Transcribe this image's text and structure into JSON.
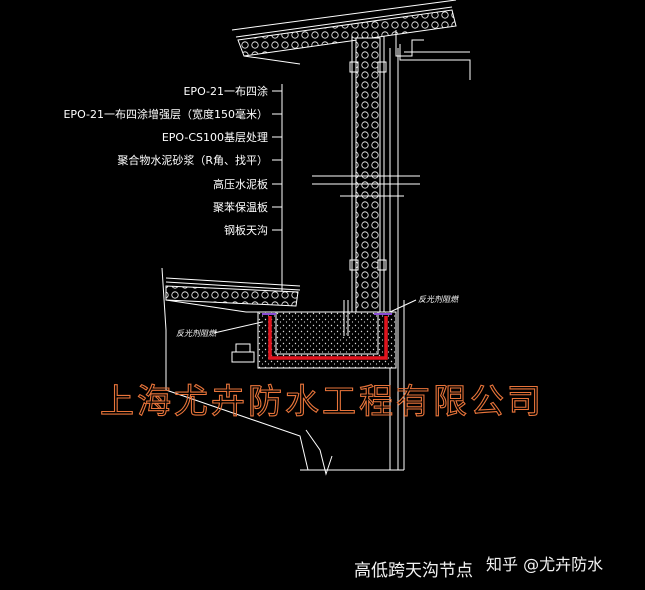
{
  "callouts": [
    "EPO-21一布四涂",
    "EPO-21一布四涂增强层（宽度150毫米）",
    "EPO-CS100基层处理",
    "聚合物水泥砂浆（R角、找平）",
    "高压水泥板",
    "聚苯保温板",
    "钢板天沟"
  ],
  "annotation_left": "反光剂阻燃",
  "annotation_right": "反光剂阻燃",
  "company": "上海尤卉防水工程有限公司",
  "caption": "高低跨天沟节点",
  "watermark": "知乎 @尤卉防水",
  "colors": {
    "background": "#000000",
    "lines": "#ffffff",
    "company_outline": "#e8743a",
    "membrane_red": "#e0141e",
    "reflective_purple": "#8a4bd6"
  }
}
